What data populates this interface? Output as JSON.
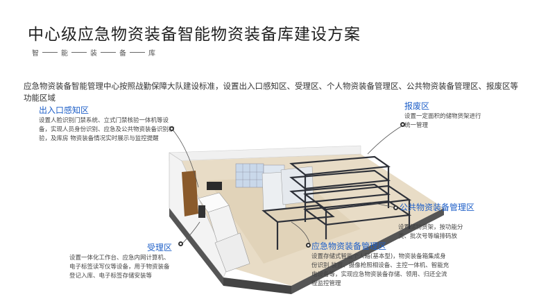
{
  "title": "中心级应急物资装备智能物资装备库建设方案",
  "subtitle_chars": [
    "智",
    "能",
    "装",
    "备",
    "库"
  ],
  "intro": "应急物资装备智能管理中心按照战勤保障大队建设标准，设置出入口感知区、受理区、个人物资装备管理区、公共物资装备管理区、报废区等功能区域",
  "zones": {
    "entrance": {
      "title": "出入口感知区",
      "desc": "设置人脸识别门禁系统、立式门禁核验一体机等设备，实现人员身份识别、应急及公共物资装备识别核验，及库房 物资装备情况实时展示与监控提醒"
    },
    "scrap": {
      "title": "报废区",
      "desc": "设置一定面积的储物货架进行统一管理"
    },
    "public": {
      "title": "公共物资装备管理区",
      "desc": "设置储物货架，按功能分类、批次号等编排码放"
    },
    "emergency": {
      "title": "应急物资装备管理区",
      "desc": "设置存储式智能个人箱(基本型)，物资装备箱集成身份识别 装置、摄像枪照相设备、主控一体机、智能充电设备等，实现应急物资装备存储、领用、归还全流程监控管理"
    },
    "reception": {
      "title": "受理区",
      "desc": "设置一体化工作台、应急内网计算机、电子标签读写仪等设备，用于物资装备登记入库、电子标签存储安装等"
    }
  },
  "colors": {
    "accent": "#1e5fc8",
    "title": "#1f1f1f"
  }
}
